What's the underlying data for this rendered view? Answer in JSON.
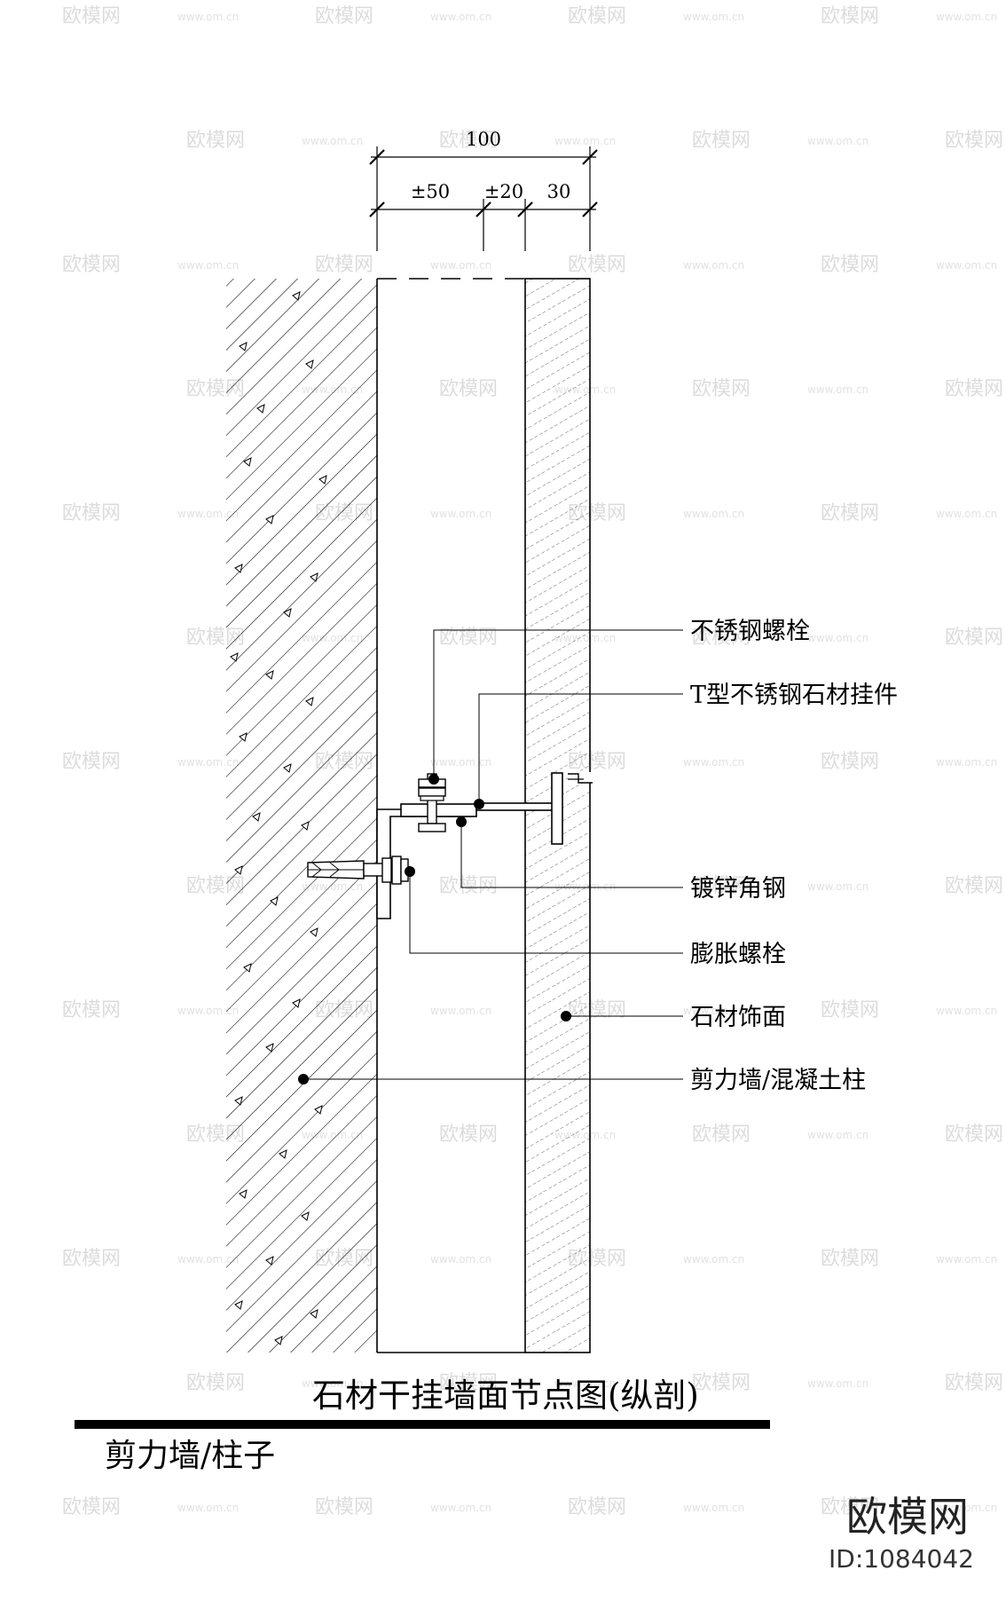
{
  "dimensions": {
    "total": "100",
    "seg1": "±50",
    "seg2": "±20",
    "seg3": "30"
  },
  "labels": [
    "不锈钢螺栓",
    "T型不锈钢石材挂件",
    "镀锌角钢",
    "膨胀螺栓",
    "石材饰面",
    "剪力墙/混凝土柱"
  ],
  "title": "石材干挂墙面节点图(纵剖)",
  "subtitle": "剪力墙/柱子",
  "watermark": {
    "text": "欧模网",
    "url": "www.om.cn",
    "id": "ID:1084042"
  }
}
